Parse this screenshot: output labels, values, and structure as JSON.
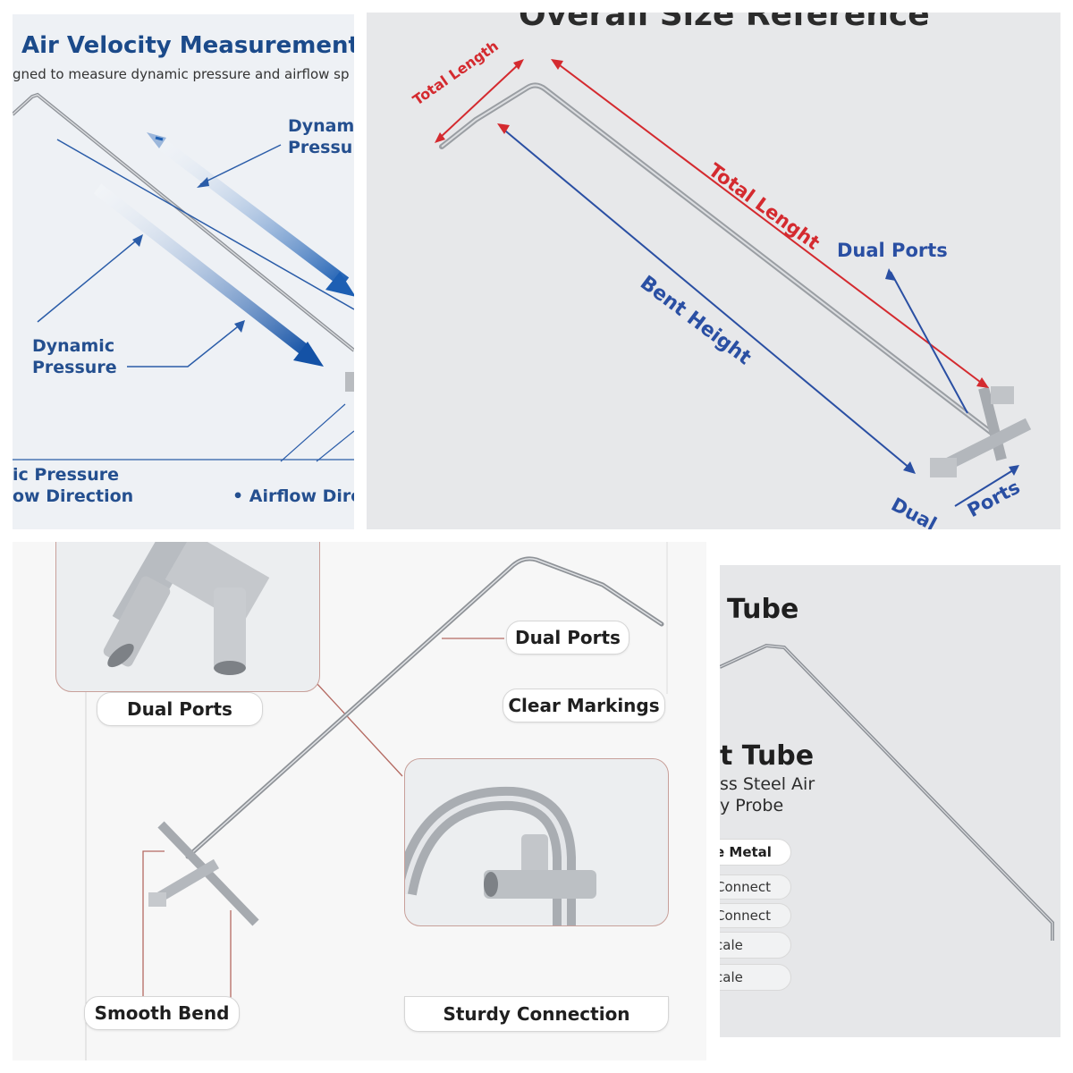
{
  "panel_top_left": {
    "title": "Air Velocity Measurement",
    "subtitle": "gned to measure dynamic pressure and airflow sp",
    "label_dynamic_top": [
      "Dynam",
      "Pressu"
    ],
    "label_dynamic_left": [
      "Dynamic",
      "Pressure"
    ],
    "bottom_lines": [
      "ic Pressure",
      "ow Direction"
    ],
    "bottom_right": "• Airflow Dire",
    "colors": {
      "title": "#1b4a8a",
      "arrow": "#1d5fb3"
    }
  },
  "panel_top_right": {
    "header": "Overall Size Reference",
    "total_length_short": "Total Length",
    "total_length_long": "Total Lenght",
    "bent_height": "Bent Height",
    "dual_ports_top": "Dual Ports",
    "dual_bottom": "Dual",
    "ports_bottom": "Ports",
    "colors": {
      "red": "#d42a2f",
      "blue": "#2a4fa3"
    }
  },
  "panel_bottom_left": {
    "labels": {
      "dual_ports_inset": "Dual Ports",
      "dual_ports": "Dual Ports",
      "clear_markings": "Clear Markings",
      "smooth_bend": "Smooth Bend",
      "sturdy_connection": "Sturdy Connection"
    },
    "leader_color": "#b46a62"
  },
  "panel_bottom_right": {
    "title_1": "Tube",
    "title_2": "t Tube",
    "desc_1": "ss Steel Air",
    "desc_2": "y Probe",
    "features": [
      "e Metal",
      "Connect",
      "Connect",
      "cale",
      "cale"
    ]
  }
}
